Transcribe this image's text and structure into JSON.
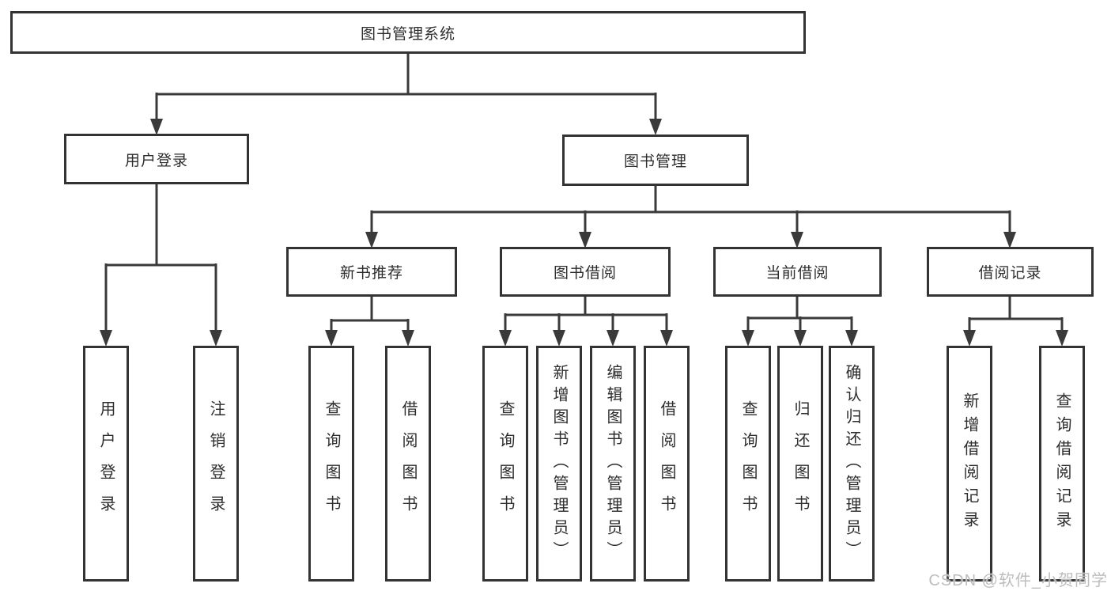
{
  "watermark": "CSDN @软件_小贺同学",
  "colors": {
    "line": "#3a3a3a",
    "box_border": "#333333",
    "text": "#2d2d2d",
    "watermark": "#bdbdbd",
    "background": "#ffffff"
  },
  "tree": {
    "label": "图书管理系统",
    "children": [
      {
        "label": "用户登录",
        "children": [
          {
            "label": "用户登录"
          },
          {
            "label": "注销登录"
          }
        ]
      },
      {
        "label": "图书管理",
        "children": [
          {
            "label": "新书推荐",
            "children": [
              {
                "label": "查询图书"
              },
              {
                "label": "借阅图书"
              }
            ]
          },
          {
            "label": "图书借阅",
            "children": [
              {
                "label": "查询图书"
              },
              {
                "label": "新增图书（管理员）"
              },
              {
                "label": "编辑图书（管理员）"
              },
              {
                "label": "借阅图书"
              }
            ]
          },
          {
            "label": "当前借阅",
            "children": [
              {
                "label": "查询图书"
              },
              {
                "label": "归还图书"
              },
              {
                "label": "确认归还（管理员）"
              }
            ]
          },
          {
            "label": "借阅记录",
            "children": [
              {
                "label": "新增借阅记录"
              },
              {
                "label": "查询借阅记录"
              }
            ]
          }
        ]
      }
    ]
  }
}
